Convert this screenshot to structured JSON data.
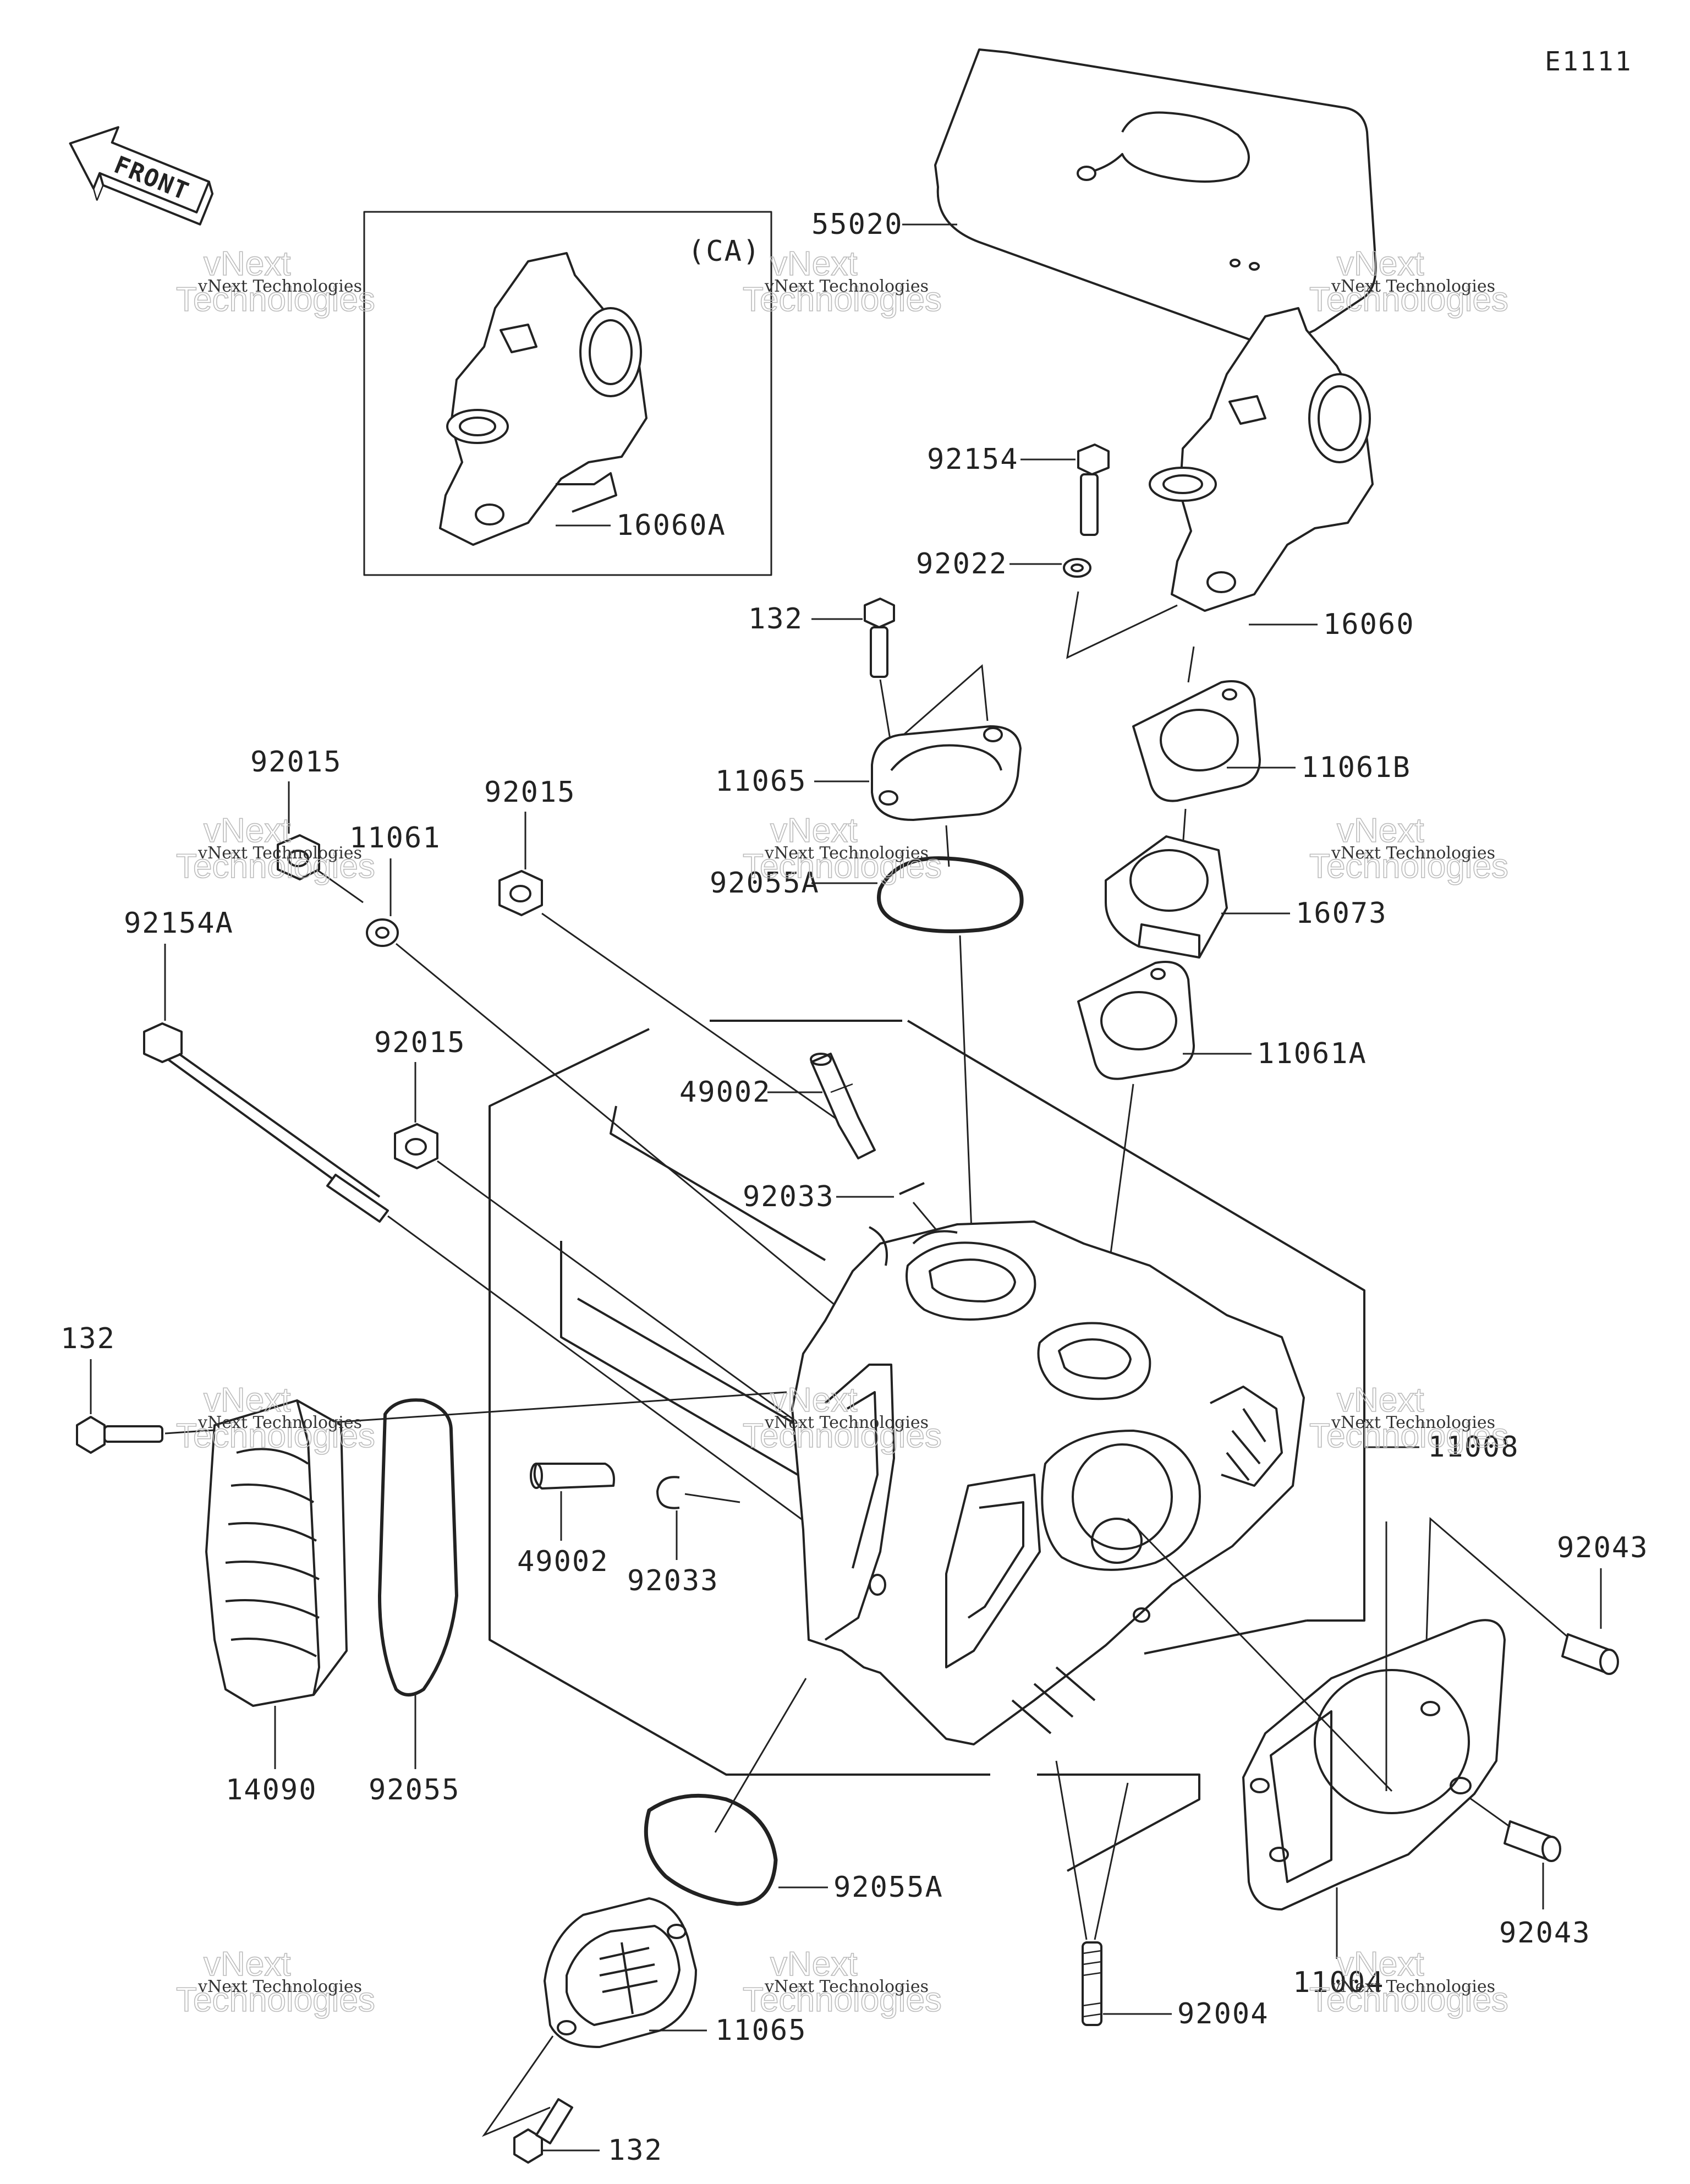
{
  "diagram": {
    "code": "E1111",
    "front_label": "FRONT",
    "inset_label": "(CA)",
    "watermark": {
      "line1": "vNext Technologies",
      "line2": "vNext",
      "line3": "Technologies"
    },
    "parts": {
      "p55020": "55020",
      "p16060A": "16060A",
      "p92154": "92154",
      "p92022": "92022",
      "p132_top": "132",
      "p16060": "16060",
      "p11061B": "11061B",
      "p11065_top": "11065",
      "p92015_a": "92015",
      "p11061": "11061",
      "p92015_b": "92015",
      "p92055A_top": "92055A",
      "p16073": "16073",
      "p92154A": "92154A",
      "p11061A": "11061A",
      "p92015_c": "92015",
      "p49002_top": "49002",
      "p92033_top": "92033",
      "p132_left": "132",
      "p11008": "11008",
      "p49002_bot": "49002",
      "p92033_bot": "92033",
      "p92043_top": "92043",
      "p14090": "14090",
      "p92055": "92055",
      "p92043_bot": "92043",
      "p92055A_bot": "92055A",
      "p11004": "11004",
      "p11065_bot": "11065",
      "p92004": "92004",
      "p132_bot": "132"
    }
  }
}
